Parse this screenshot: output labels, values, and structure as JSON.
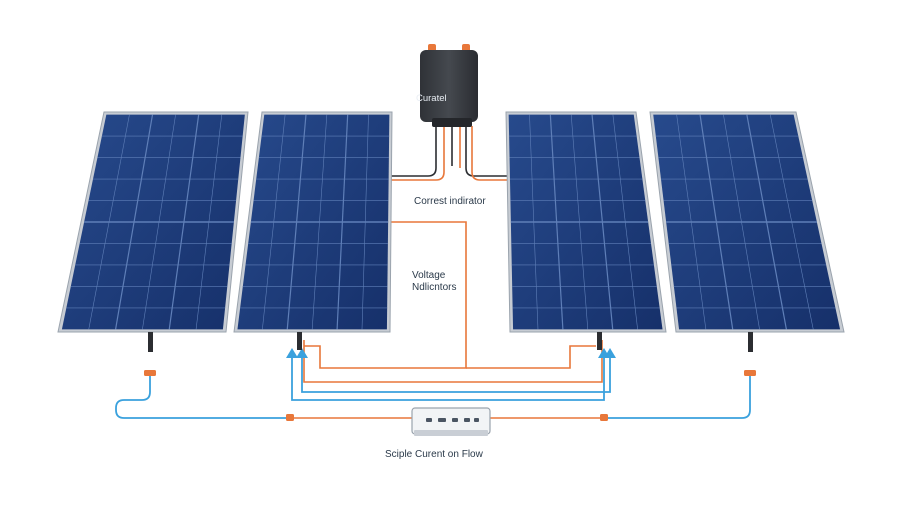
{
  "diagram": {
    "combiner_box_label": "Curatel",
    "current_indicator_label": "Correst indirator",
    "voltage_label_line1": "Voltage",
    "voltage_label_line2": "Ndlicntors",
    "simple_flow_label": "Sciple  Curent on  Flow"
  },
  "colors": {
    "panel_frame": "#c7ccd3",
    "panel_cell": "#1f3e7c",
    "panel_cell_dark": "#173266",
    "panel_grid": "#5f7fb8",
    "wire_orange": "#e8773a",
    "wire_blue": "#3aa1dd",
    "box_body": "#3a3d43",
    "text": "#2b3a4a"
  },
  "panels": [
    {
      "name": "panel-1"
    },
    {
      "name": "panel-2"
    },
    {
      "name": "panel-3"
    },
    {
      "name": "panel-4"
    }
  ]
}
